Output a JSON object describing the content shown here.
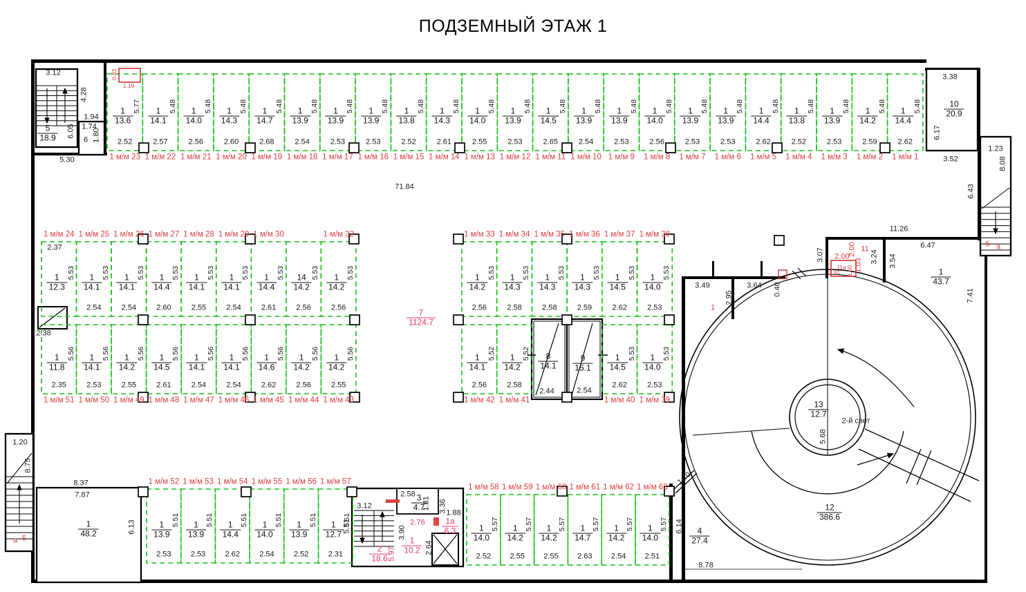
{
  "title": "ПОДЗЕМНЫЙ ЭТАЖ 1",
  "colors": {
    "green": "#17c117",
    "red": "#e23d3d",
    "pink": "#e83a64",
    "wall": "#000000",
    "dim": "#1b1b1b"
  },
  "stall_groups": {
    "top": [
      {
        "id": "1 м/м 23",
        "num": "1",
        "area": "13.6",
        "depth": "5.77",
        "width": "2.52"
      },
      {
        "id": "1 м/м 22",
        "num": "1",
        "area": "14.1",
        "depth": "5.48",
        "width": "2.57"
      },
      {
        "id": "1 м/м 21",
        "num": "1",
        "area": "14.0",
        "depth": "5.48",
        "width": "2.56"
      },
      {
        "id": "1 м/м 20",
        "num": "1",
        "area": "14.3",
        "depth": "5.48",
        "width": "2.60"
      },
      {
        "id": "1 м/м 19",
        "num": "1",
        "area": "14.7",
        "depth": "5.48",
        "width": "2.68"
      },
      {
        "id": "1 м/м 18",
        "num": "1",
        "area": "13.9",
        "depth": "5.48",
        "width": "2.54"
      },
      {
        "id": "1 м/м 17",
        "num": "1",
        "area": "13.9",
        "depth": "5.48",
        "width": "2.53"
      },
      {
        "id": "1 м/м 16",
        "num": "1",
        "area": "13.9",
        "depth": "5.48",
        "width": "2.53"
      },
      {
        "id": "1 м/м 15",
        "num": "1",
        "area": "13.8",
        "depth": "5.48",
        "width": "2.52"
      },
      {
        "id": "1 м/м 14",
        "num": "1",
        "area": "14.3",
        "depth": "5.48",
        "width": "2.61"
      },
      {
        "id": "1 м/м 13",
        "num": "1",
        "area": "14.0",
        "depth": "5.48",
        "width": "2.55"
      },
      {
        "id": "1 м/м 12",
        "num": "1",
        "area": "13.9",
        "depth": "5.48",
        "width": "2.53"
      },
      {
        "id": "1 м/м 11",
        "num": "1",
        "area": "14.5",
        "depth": "5.48",
        "width": "2.65"
      },
      {
        "id": "1 м/м 10",
        "num": "1",
        "area": "13.9",
        "depth": "5.48",
        "width": "2.54"
      },
      {
        "id": "1 м/м 9",
        "num": "1",
        "area": "13.9",
        "depth": "5.48",
        "width": "2.53"
      },
      {
        "id": "1 м/м 8",
        "num": "1",
        "area": "14.0",
        "depth": "5.48",
        "width": "2.56"
      },
      {
        "id": "1 м/м 7",
        "num": "1",
        "area": "13.9",
        "depth": "5.48",
        "width": "2.53"
      },
      {
        "id": "1 м/м 6",
        "num": "1",
        "area": "13.9",
        "depth": "5.48",
        "width": "2.53"
      },
      {
        "id": "1 м/м 5",
        "num": "1",
        "area": "14.4",
        "depth": "5.48",
        "width": "2.62"
      },
      {
        "id": "1 м/м 4",
        "num": "1",
        "area": "13.8",
        "depth": "5.48",
        "width": "2.52"
      },
      {
        "id": "1 м/м 3",
        "num": "1",
        "area": "13.9",
        "depth": "5.48",
        "width": "2.53"
      },
      {
        "id": "1 м/м 2",
        "num": "1",
        "area": "14.2",
        "depth": "5.48",
        "width": "2.59"
      },
      {
        "id": "1 м/м 1",
        "num": "1",
        "area": "14.4",
        "depth": "5.48",
        "width": "2.62"
      }
    ],
    "mlt": [
      {
        "id": "1 м/м 24",
        "num": "1",
        "area": "12.3",
        "depth": "5.53",
        "width": ""
      },
      {
        "id": "1 м/м 25",
        "num": "1",
        "area": "14.1",
        "depth": "5.53",
        "width": "2.54"
      },
      {
        "id": "1 м/м 26",
        "num": "1",
        "area": "14.1",
        "depth": "5.53",
        "width": "2.54"
      },
      {
        "id": "1 м/м 27",
        "num": "1",
        "area": "14.4",
        "depth": "5.53",
        "width": "2.60"
      },
      {
        "id": "1 м/м 28",
        "num": "1",
        "area": "14.1",
        "depth": "5.53",
        "width": "2.55"
      },
      {
        "id": "1 м/м 29",
        "num": "1",
        "area": "14.1",
        "depth": "5.53",
        "width": "2.54"
      },
      {
        "id": "1 м/м 30",
        "num": "1",
        "area": "14.4",
        "depth": "5.53",
        "width": "2.61"
      },
      {
        "id": "",
        "num": "14",
        "area": "14.2",
        "depth": "5.53",
        "width": "2.56"
      },
      {
        "id": "1 м/м 32",
        "num": "1",
        "area": "14.2",
        "depth": "5.53",
        "width": "2.56"
      }
    ],
    "mlb": [
      {
        "id": "1 м/м 51",
        "num": "1",
        "area": "11.8",
        "depth": "5.56",
        "width": "2.35"
      },
      {
        "id": "1 м/м 50",
        "num": "1",
        "area": "14.1",
        "depth": "5.56",
        "width": "2.53"
      },
      {
        "id": "1 м/м 49",
        "num": "1",
        "area": "14.2",
        "depth": "5.56",
        "width": "2.55"
      },
      {
        "id": "1 м/м 48",
        "num": "1",
        "area": "14.5",
        "depth": "5.56",
        "width": "2.61"
      },
      {
        "id": "1 м/м 47",
        "num": "1",
        "area": "14.1",
        "depth": "5.56",
        "width": "2.54"
      },
      {
        "id": "1 м/м 46",
        "num": "1",
        "area": "14.1",
        "depth": "5.56",
        "width": "2.54"
      },
      {
        "id": "1 м/м 45",
        "num": "1",
        "area": "14.6",
        "depth": "5.56",
        "width": "2.62"
      },
      {
        "id": "1 м/м 44",
        "num": "1",
        "area": "14.2",
        "depth": "5.56",
        "width": "2.56"
      },
      {
        "id": "1 м/м 43",
        "num": "1",
        "area": "14.2",
        "depth": "5.56",
        "width": "2.55"
      }
    ],
    "mrt": [
      {
        "id": "1 м/м 33",
        "num": "1",
        "area": "14.2",
        "depth": "5.53",
        "width": "2.56"
      },
      {
        "id": "1 м/м 34",
        "num": "1",
        "area": "14.3",
        "depth": "5.53",
        "width": "2.58"
      },
      {
        "id": "1 м/м 35",
        "num": "1",
        "area": "14.3",
        "depth": "5.53",
        "width": "2.58"
      },
      {
        "id": "1 м/м 36",
        "num": "1",
        "area": "14.3",
        "depth": "5.53",
        "width": "2.59"
      },
      {
        "id": "1 м/м 37",
        "num": "1",
        "area": "14.5",
        "depth": "5.53",
        "width": "2.62"
      },
      {
        "id": "1 м/м 38",
        "num": "1",
        "area": "14.0",
        "depth": "5.53",
        "width": "2.53"
      }
    ],
    "mrbA": [
      {
        "id": "1 м/м 42",
        "num": "1",
        "area": "14.1",
        "depth": "5.52",
        "width": "2.56"
      },
      {
        "id": "1 м/м 41",
        "num": "1",
        "area": "14.2",
        "depth": "5.52",
        "width": "2.58"
      }
    ],
    "mrbB": [
      {
        "id": "1 м/м 40",
        "num": "1",
        "area": "14.5",
        "depth": "5.53",
        "width": "2.62"
      },
      {
        "id": "1 м/м 39",
        "num": "1",
        "area": "14.0",
        "depth": "5.53",
        "width": "2.53"
      }
    ],
    "bl": [
      {
        "id": "1 м/м 52",
        "num": "1",
        "area": "13.9",
        "depth": "5.51",
        "width": "2.53"
      },
      {
        "id": "1 м/м 53",
        "num": "1",
        "area": "13.9",
        "depth": "5.51",
        "width": "2.53"
      },
      {
        "id": "1 м/м 54",
        "num": "1",
        "area": "14.4",
        "depth": "5.51",
        "width": "2.62"
      },
      {
        "id": "1 м/м 55",
        "num": "1",
        "area": "14.0",
        "depth": "5.51",
        "width": "2.54"
      },
      {
        "id": "1 м/м 56",
        "num": "1",
        "area": "13.9",
        "depth": "5.51",
        "width": "2.52"
      },
      {
        "id": "1 м/м 57",
        "num": "1",
        "area": "12.7",
        "depth": "5.51",
        "width": "2.31"
      }
    ],
    "br": [
      {
        "id": "1 м/м 58",
        "num": "1",
        "area": "14.0",
        "depth": "5.57",
        "width": "2.52"
      },
      {
        "id": "1 м/м 59",
        "num": "1",
        "area": "14.2",
        "depth": "5.57",
        "width": "2.55"
      },
      {
        "id": "1 м/м 60",
        "num": "1",
        "area": "14.2",
        "depth": "5.57",
        "width": "2.55"
      },
      {
        "id": "1 м/м 61",
        "num": "1",
        "area": "14.7",
        "depth": "5.57",
        "width": "2.63"
      },
      {
        "id": "1 м/м 62",
        "num": "1",
        "area": "14.2",
        "depth": "5.57",
        "width": "2.54"
      },
      {
        "id": "1 м/м 63",
        "num": "1",
        "area": "14.0",
        "depth": "5.57",
        "width": "2.51"
      }
    ]
  },
  "rooms": {
    "r5": {
      "num": "5",
      "area": "18.9"
    },
    "r10": {
      "num": "10",
      "area": "20.9"
    },
    "r43": {
      "num": "1",
      "area": "43.7"
    },
    "r13": {
      "num": "13",
      "area": "12.7"
    },
    "r12": {
      "num": "12",
      "area": "386.6"
    },
    "r4": {
      "num": "4",
      "area": "27.4"
    },
    "r48": {
      "num": "1",
      "area": "48.2"
    },
    "r2": {
      "num": "2",
      "area": "18.6"
    },
    "r3": {
      "num": "3",
      "area": "4.7"
    },
    "r110": {
      "num": "1",
      "area": "10.2"
    },
    "r1a": {
      "num": "1а",
      "area": "6.3"
    },
    "r7": {
      "num": "7",
      "area": "1124.7"
    },
    "r8": {
      "num": "8",
      "area": "14.1"
    },
    "r9": {
      "num": "9",
      "area": "15.1"
    }
  },
  "labels": {
    "tl_312": "3.12",
    "tl_428": "4.28",
    "tl_194": "1.94",
    "tl_174": "1.74",
    "tl_6": "6",
    "tl_180": "1.80",
    "tl_605": "6.05",
    "tl_530": "5.30",
    "rb_083": "0.83",
    "rb_119": "1.19",
    "r10_338": "3.38",
    "r10_617": "6.17",
    "r10_352": "3.52",
    "rs_123": "1.23",
    "rs_808": "8.08",
    "rs_643": "6.43",
    "rs_b": "б",
    "rs_a": "а",
    "z_1126": "11.26",
    "z_647": "6.47",
    "z_741": "7.41",
    "z_354": "3.54",
    "z_324": "3.24",
    "z_307": "3.07",
    "r11": "11",
    "z200h": "2.00",
    "z200v": "2.00",
    "z103": "1.03",
    "r11a": "11а",
    "z191": "1.91",
    "z100": "1.00",
    "z_349": "3.49",
    "z_364": "3.64",
    "z_295": "2.95",
    "z_040": "0.40",
    "zred1": "1",
    "z_568": "5.68",
    "z_2svet": "2-й свет",
    "z_614": "6.14",
    "z_878": "8.78",
    "z_170": "1.70",
    "c_7184": "71.84",
    "c_237": "2.37",
    "c_238": "2.38",
    "bl_120": "1.20",
    "bl_875": "8.75",
    "bl_a": "а",
    "bl_5": "5",
    "bl_837": "8.37",
    "bl_787": "7.87",
    "bl_613": "6.13",
    "bm_551": "5.51",
    "bm_312": "3.12",
    "bm_597": "5.97",
    "bm_258": "2.58",
    "bm_181": "1.81",
    "bm_276": "2.76",
    "bm_390": "3.90",
    "bm_188": "1.88",
    "bm_336": "3.36",
    "bm_264": "2.64",
    "r8_244": "2.44",
    "r9_254": "2.54"
  }
}
